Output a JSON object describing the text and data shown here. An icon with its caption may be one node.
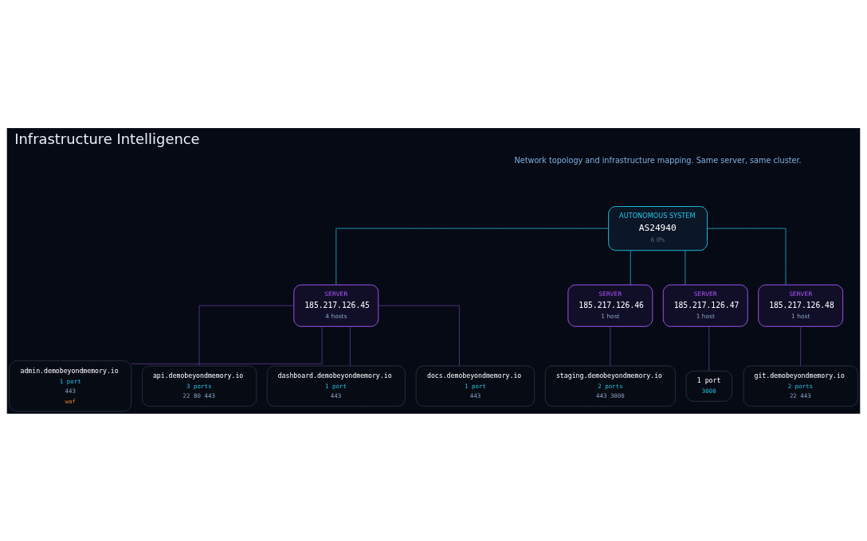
{
  "diagram": {
    "title": "Infrastructure Intelligence",
    "nodes": [
      {
        "text": [
          "AUTONOMOUS SYSTEM",
          "AS24940",
          "6 IPs"
        ]
      },
      {
        "text": [
          "SERVER",
          "185.217.126.45",
          "4 hosts"
        ]
      },
      {
        "text": [
          "SERVER",
          "185.217.126.46",
          "1 host"
        ]
      },
      {
        "text": [
          "SERVER",
          "185.217.126.47",
          "1 host"
        ]
      },
      {
        "text": [
          "SERVER",
          "185.217.126.48",
          "1 host"
        ]
      },
      {
        "text": [
          "admin.demobeyondmemory.io",
          "1 port",
          "443",
          "waf"
        ]
      },
      {
        "text": [
          "api.demobeyondmemory.io",
          "3 ports",
          "22 80 443"
        ]
      },
      {
        "text": [
          "dashboard.demobeyondmemory.io",
          "1 port",
          "443"
        ]
      },
      {
        "text": [
          "docs.demobeyondmemory.io",
          "1 port",
          "443"
        ]
      },
      {
        "text": [
          "staging.demobeyondmemory.io",
          "2 ports",
          "443 3000"
        ]
      },
      {
        "text": [
          "1 port",
          "3000"
        ]
      },
      {
        "text": [
          "git.demobeyondmemory.io",
          "2 ports",
          "22 443"
        ]
      }
    ],
    "edges": [
      {
        "from": 0,
        "to": 1,
        "arrow": "none",
        "color": "#1fa3c4"
      },
      {
        "from": 0,
        "to": 2,
        "arrow": "none",
        "color": "#1fa3c4"
      },
      {
        "from": 0,
        "to": 3,
        "arrow": "none",
        "color": "#1fa3c4"
      },
      {
        "from": 0,
        "to": 4,
        "arrow": "none",
        "color": "#1fa3c4"
      },
      {
        "from": 1,
        "to": 5,
        "arrow": "none"
      },
      {
        "from": 1,
        "to": 6,
        "arrow": "none"
      },
      {
        "from": 1,
        "to": 7,
        "arrow": "none"
      },
      {
        "from": 1,
        "to": 8,
        "arrow": "none"
      },
      {
        "from": 2,
        "to": 9,
        "arrow": "none"
      },
      {
        "from": 3,
        "to": 10,
        "arrow": "none"
      },
      {
        "from": 4,
        "to": 11,
        "arrow": "none"
      }
    ],
    "labels": [
      "Network topology and infrastructure mapping. Same server, same cluster."
    ]
  }
}
